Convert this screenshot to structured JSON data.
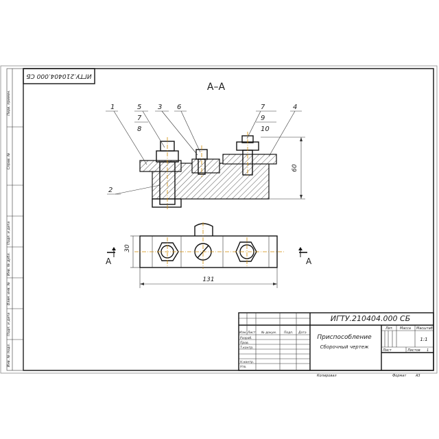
{
  "drawing": {
    "designation_rotated": "ИГТУ.210404.000 СБ",
    "section_label": "А–А",
    "section_mark_left": "А",
    "section_mark_right": "А",
    "callouts": [
      "1",
      "5",
      "7",
      "8",
      "3",
      "6",
      "7",
      "9",
      "10",
      "4",
      "2"
    ],
    "dims": {
      "height": "60",
      "width_small": "30",
      "length": "131"
    }
  },
  "side_strip": {
    "cells": [
      "Перв. примен.",
      "Справ. №",
      "Подп. и дата",
      "Инв. № дубл.",
      "Взам. инв. №",
      "Подп. и дата",
      "Инв. № подл."
    ]
  },
  "title_block": {
    "designation": "ИГТУ.210404.000 СБ",
    "name_line1": "Приспособление",
    "name_line2": "Сборочный чертеж",
    "col_headers": [
      "Изм.",
      "Лист",
      "№ докум.",
      "Подп.",
      "Дата"
    ],
    "roles": [
      "Разраб.",
      "Пров.",
      "Т.контр.",
      "Н.контр.",
      "Утв."
    ],
    "lit_header": "Лит.",
    "mass_header": "Масса",
    "scale_header": "Масштаб",
    "scale_value": "1:1",
    "sheet_label": "Лист",
    "sheets_label": "Листов",
    "sheets_value": "1",
    "copied": "Копировал",
    "format_label": "Формат",
    "format_value": "А3"
  }
}
